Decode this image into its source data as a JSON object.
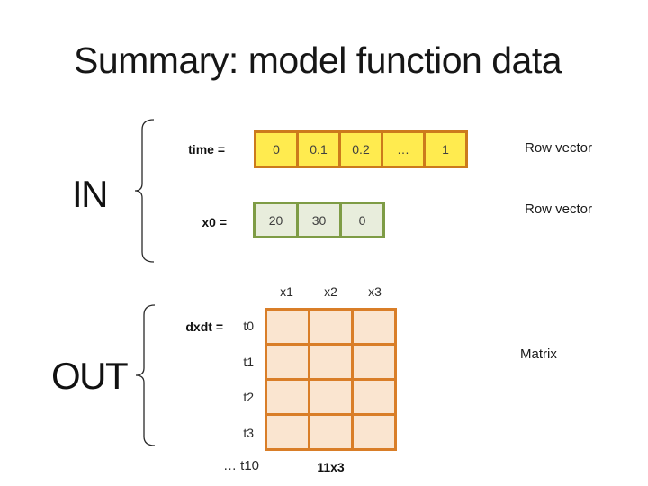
{
  "title": "Summary: model function data",
  "in": {
    "label": "IN",
    "time_row": {
      "label": "time =",
      "cells": [
        "0",
        "0.1",
        "0.2",
        "…",
        "1"
      ],
      "annotation": "Row vector"
    },
    "x0_row": {
      "label": "x0 =",
      "cells": [
        "20",
        "30",
        "0"
      ],
      "annotation": "Row vector"
    }
  },
  "out": {
    "label": "OUT",
    "dxdt_label": "dxdt =",
    "col_headers": [
      "x1",
      "x2",
      "x3"
    ],
    "row_headers": [
      "t0",
      "t1",
      "t2",
      "t3"
    ],
    "more_rows_label": "… t10",
    "dims_label": "11x3",
    "annotation": "Matrix"
  },
  "colors": {
    "title_text": "#161616",
    "time_fill": "#FFEB4F",
    "time_border": "#CC7A1C",
    "x0_fill": "#E8EDDC",
    "x0_border": "#7E9C45",
    "matrix_fill": "#FAE5D0",
    "matrix_border": "#D97E28"
  }
}
